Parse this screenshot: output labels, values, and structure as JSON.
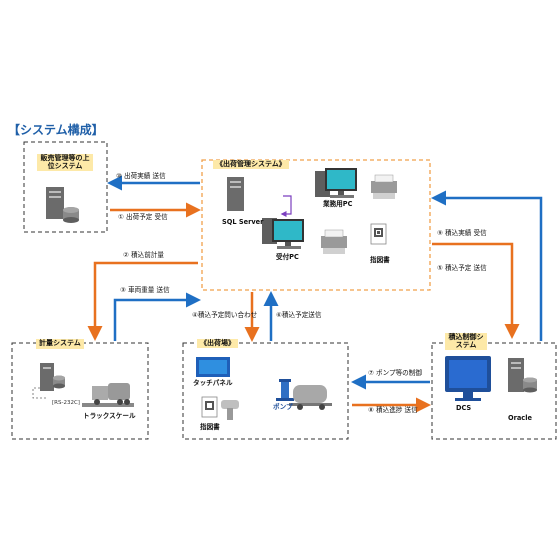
{
  "title": "【システム構成】",
  "boxes": {
    "sales": {
      "label": "販売管理等の上位システム"
    },
    "shipping": {
      "label": "《出荷管理システム》"
    },
    "weighing": {
      "label": "計量システム"
    },
    "yard": {
      "label": "《出荷場》"
    },
    "loading": {
      "label": "積込制御システム"
    }
  },
  "devices": {
    "sql_server": "SQL Server",
    "business_pc": "業務用PC",
    "reception_pc": "受付PC",
    "instruction_doc": "指図書",
    "touch_panel": "タッチパネル",
    "yard_doc": "指図書",
    "pump": "ポンプ",
    "truck_scale": "トラックスケール",
    "rs232c": "[RS-232C]",
    "dcs": "DCS",
    "oracle": "Oracle"
  },
  "flows": [
    {
      "id": "f10",
      "label": "⑩ 出荷実績 送信"
    },
    {
      "id": "f1",
      "label": "① 出荷予定 受信"
    },
    {
      "id": "f2",
      "label": "② 積込前計量"
    },
    {
      "id": "f3",
      "label": "③ 車両重量 送信"
    },
    {
      "id": "f6",
      "label": "⑥積込予定送信"
    },
    {
      "id": "f4",
      "label": "④積込予定問い合わせ"
    },
    {
      "id": "f9",
      "label": "⑨ 積込実績 受信"
    },
    {
      "id": "f5",
      "label": "⑤ 積込予定 送信"
    },
    {
      "id": "f7",
      "label": "⑦ ポンプ等の制御"
    },
    {
      "id": "f8",
      "label": "⑧ 積込進捗 送信"
    }
  ],
  "colors": {
    "title": "#1f5fa8",
    "blue_arrow": "#1f6fc4",
    "orange_arrow": "#e8711f",
    "orange_dash": "#f0a04b",
    "dark_dash": "#333333",
    "tag_bg": "#fde9a8",
    "purple": "#7b3fbf"
  }
}
